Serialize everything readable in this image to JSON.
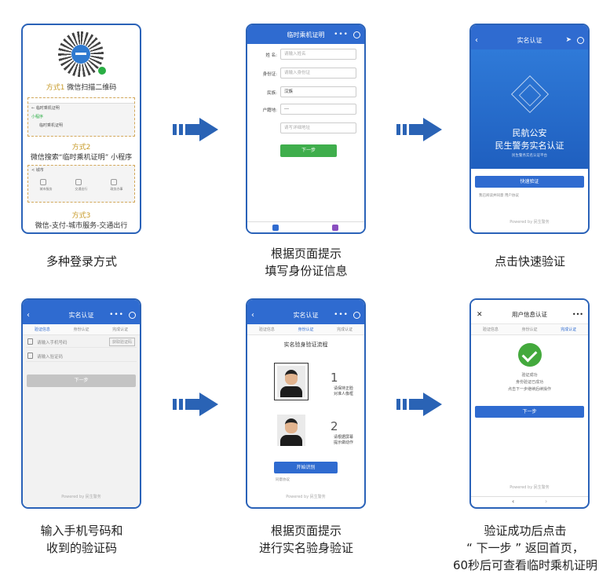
{
  "steps": [
    {
      "caption": [
        "多种登录方式"
      ],
      "phone": {
        "way1": {
          "tag": "方式1",
          "text": " 微信扫描二维码"
        },
        "mini1_header": "← 临时乘机证明",
        "mini1_section": "小程序",
        "mini1_item": "临时乘机证明",
        "way2": {
          "tag": "方式2"
        },
        "way2_text": "微信搜索“临时乘机证明” 小程序",
        "mini2_header": "< 城市",
        "mini2_icons": [
          "城市服务",
          "交通出行",
          "政务办事"
        ],
        "way3": {
          "tag": "方式3"
        },
        "way3_text": "微信-支付-城市服务-交通出行"
      }
    },
    {
      "caption": [
        "根据页面提示",
        "填写身份证信息"
      ],
      "phone": {
        "title": "临时乘机证明",
        "fields": [
          {
            "label": "姓 名:",
            "value": "请输入姓名"
          },
          {
            "label": "身份证:",
            "value": "请输入身份证"
          },
          {
            "label": "民族:",
            "value": "汉族"
          },
          {
            "label": "户籍地:",
            "value": "---"
          },
          {
            "label": "",
            "value": "请写详细地址"
          }
        ],
        "next_label": "下一步"
      }
    },
    {
      "caption": [
        "点击快速验证"
      ],
      "phone": {
        "title": "实名认证",
        "hero_line1": "民航公安",
        "hero_line2": "民生警务实名认证",
        "hero_small": "民生警务实名认证平台",
        "quick_label": "快速验证",
        "agree_text": "我已阅读并同意 用户协议",
        "powered": "Powered by 民生警务"
      }
    },
    {
      "caption": [
        "输入手机号码和",
        "收到的验证码"
      ],
      "phone": {
        "title": "实名认证",
        "step_tabs": [
          "验证信息",
          "身份认证",
          "完成认证"
        ],
        "phone_placeholder": "请输入手机号码",
        "code_button": "获取验证码",
        "code_placeholder": "请输入验证码",
        "next_label": "下一步",
        "powered": "Powered by 民生警务"
      }
    },
    {
      "caption": [
        "根据页面提示",
        "进行实名验身验证"
      ],
      "phone": {
        "title": "实名认证",
        "step_tabs": [
          "验证信息",
          "身份认证",
          "完成认证"
        ],
        "flow_title": "实名验身验证流程",
        "step1_no": "1",
        "step1_text": "请保持正脸\n对准人像框",
        "step2_no": "2",
        "step2_text": "请根据屏幕\n提示做动作",
        "start_label": "开始识别",
        "agree_text": "同意协议",
        "powered": "Powered by 民生警务"
      }
    },
    {
      "caption": [
        "验证成功后点击",
        "“ 下一步 ” 返回首页，",
        "60秒后可查看临时乘机证明"
      ],
      "phone": {
        "title": "用户信息认证",
        "step_tabs": [
          "验证信息",
          "身份认证",
          "完成认证"
        ],
        "ok_line1": "验证成功",
        "ok_line2": "身份验证已成功",
        "ok_line3": "点击下一步继续后续操作",
        "next_label": "下一步",
        "powered": "Powered by 民生警务"
      }
    }
  ],
  "colors": {
    "accent": "#2f6bd0",
    "arrow": "#2a63b5",
    "green": "#3fae4c",
    "gold": "#c79a28"
  }
}
